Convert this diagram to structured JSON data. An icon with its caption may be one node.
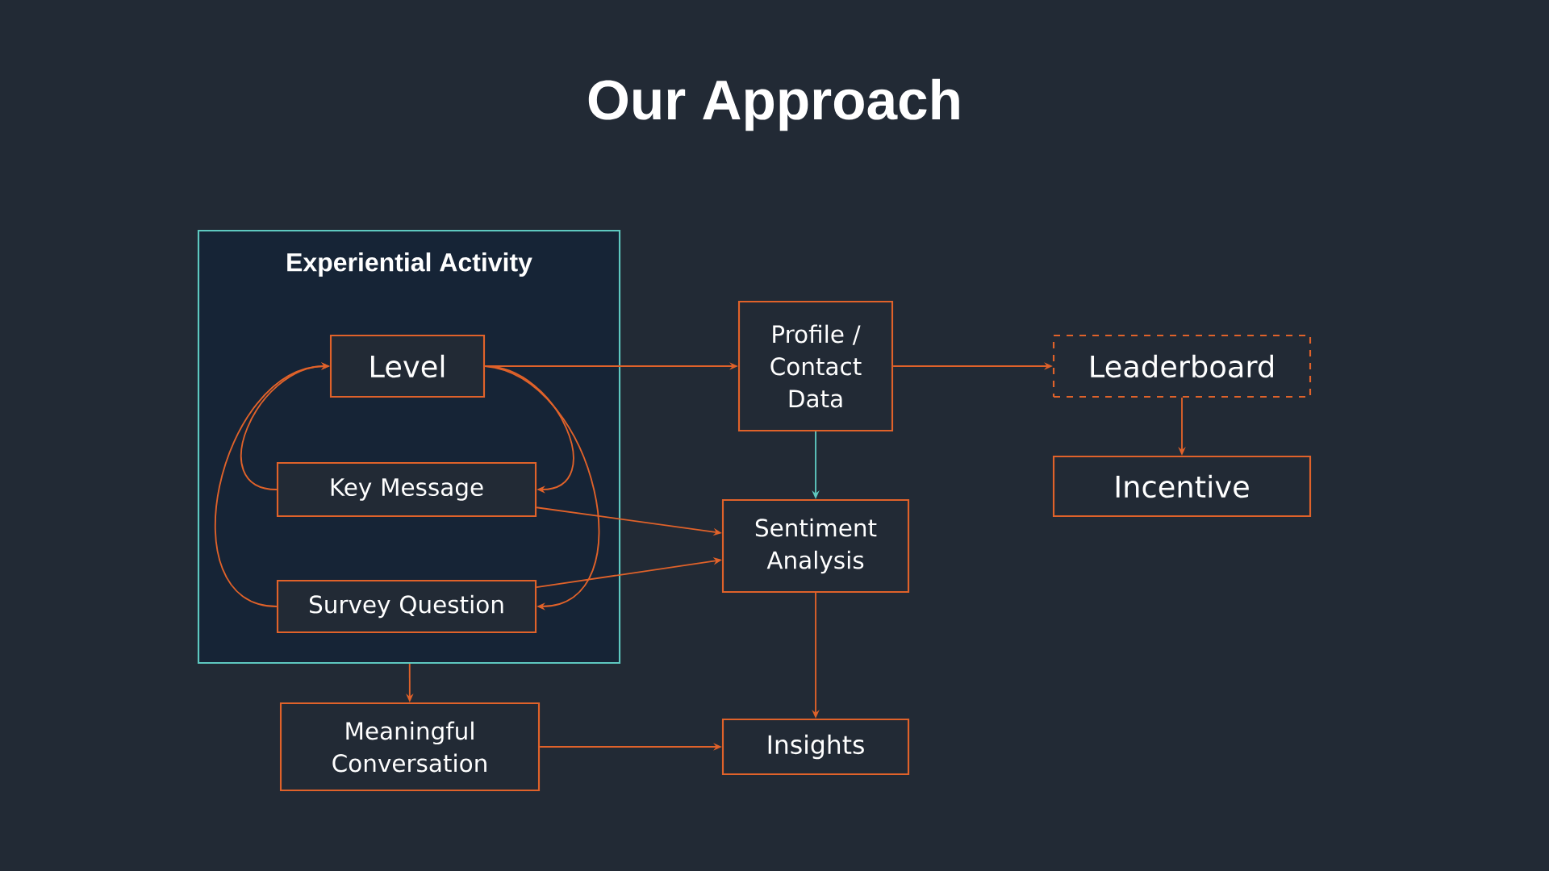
{
  "diagram": {
    "title": "Our Approach",
    "nodes": [
      {
        "text": [
          "Experiential Activity"
        ]
      },
      {
        "text": [
          "Level"
        ],
        "in": 0
      },
      {
        "text": [
          "Key Message"
        ],
        "in": 0
      },
      {
        "text": [
          "Survey Question"
        ],
        "in": 0
      },
      {
        "text": [
          "Profile / Contact Data"
        ]
      },
      {
        "text": [
          "Leaderboard"
        ]
      },
      {
        "text": [
          "Incentive"
        ]
      },
      {
        "text": [
          "Sentiment Analysis"
        ]
      },
      {
        "text": [
          "Meaningful Conversation"
        ]
      },
      {
        "text": [
          "Insights"
        ]
      }
    ],
    "edges": [
      {
        "from": 1,
        "to": 4,
        "arrow": "to"
      },
      {
        "from": 4,
        "to": 5,
        "arrow": "to"
      },
      {
        "from": 5,
        "to": 6,
        "arrow": "to"
      },
      {
        "from": 4,
        "to": 7,
        "arrow": "to",
        "color": "#5ec8c0"
      },
      {
        "from": 2,
        "to": 7,
        "arrow": "to"
      },
      {
        "from": 3,
        "to": 7,
        "arrow": "to"
      },
      {
        "from": 7,
        "to": 9,
        "arrow": "to"
      },
      {
        "from": 0,
        "to": 8,
        "arrow": "to"
      },
      {
        "from": 8,
        "to": 9,
        "arrow": "to"
      },
      {
        "from": 1,
        "to": 2,
        "arrow": "to"
      },
      {
        "from": 1,
        "to": 3,
        "arrow": "to"
      },
      {
        "from": 2,
        "to": 1,
        "arrow": "to"
      },
      {
        "from": 3,
        "to": 1,
        "arrow": "to"
      }
    ]
  }
}
